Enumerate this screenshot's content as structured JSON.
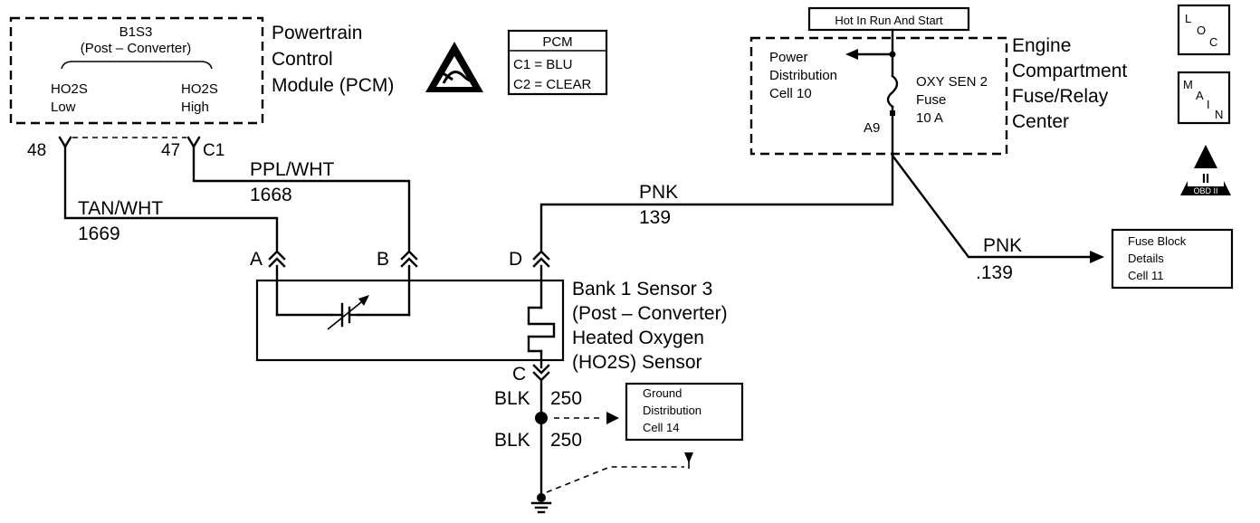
{
  "pcm_module": {
    "name_line1": "Powertrain",
    "name_line2": "Control",
    "name_line3": "Module (PCM)",
    "inner_title": "B1S3",
    "inner_sub": "(Post – Converter)",
    "low_label_1": "HO2S",
    "low_label_2": "Low",
    "high_label_1": "HO2S",
    "high_label_2": "High",
    "pin_low": "48",
    "pin_high": "47",
    "connector": "C1"
  },
  "pcm_legend": {
    "title": "PCM",
    "row1": "C1 = BLU",
    "row2": "C2 = CLEAR"
  },
  "fuse_center": {
    "name_line1": "Engine",
    "name_line2": "Compartment",
    "name_line3": "Fuse/Relay",
    "name_line4": "Center",
    "hot_label": "Hot In Run And Start",
    "power_line1": "Power",
    "power_line2": "Distribution",
    "power_line3": "Cell 10",
    "fuse_line1": "OXY SEN 2",
    "fuse_line2": "Fuse",
    "fuse_line3": "10 A",
    "pin": "A9"
  },
  "wires": {
    "ppl_color": "PPL/WHT",
    "ppl_circuit": "1668",
    "tan_color": "TAN/WHT",
    "tan_circuit": "1669",
    "pnk_color": "PNK",
    "pnk_circuit": "139",
    "pnk2_color": "PNK",
    "pnk2_circuit": ".139",
    "blk1_color": "BLK",
    "blk1_circuit": "250",
    "blk2_color": "BLK",
    "blk2_circuit": "250"
  },
  "sensor": {
    "line1": "Bank 1 Sensor 3",
    "line2": "(Post – Converter)",
    "line3": "Heated Oxygen",
    "line4": "(HO2S) Sensor",
    "pin_a": "A",
    "pin_b": "B",
    "pin_c": "C",
    "pin_d": "D"
  },
  "fuse_block_ref": {
    "line1": "Fuse Block",
    "line2": "Details",
    "line3": "Cell 11"
  },
  "ground_ref": {
    "line1": "Ground",
    "line2": "Distribution",
    "line3": "Cell 14"
  },
  "side_icons": {
    "loc_l": "L",
    "loc_o": "O",
    "loc_c": "C",
    "main_m": "M",
    "main_a": "A",
    "main_i": "I",
    "main_n": "N",
    "obd_numeral": "II",
    "obd_text": "OBD II"
  }
}
